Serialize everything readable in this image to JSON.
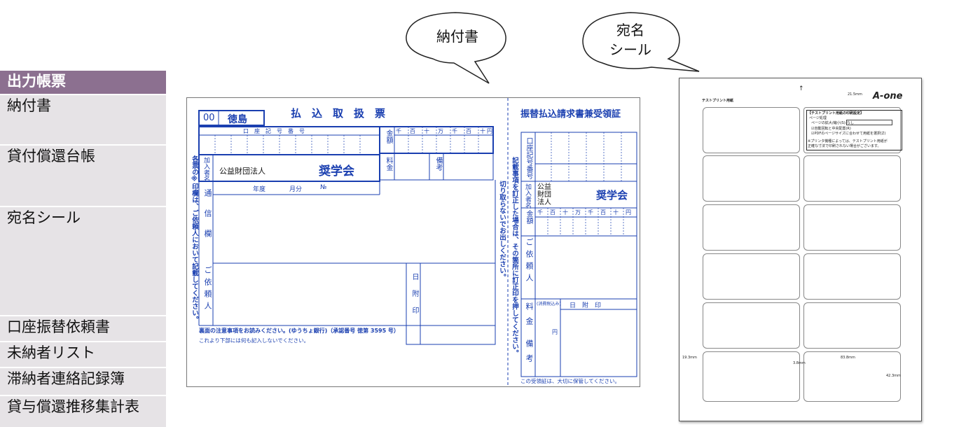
{
  "sidebar": {
    "header": "出力帳票",
    "items": [
      "納付書",
      "貸付償還台帳",
      "宛名シール",
      "口座振替依頼書",
      "未納者リスト",
      "滞納者連絡記録簿",
      "貸与償還推移集計表"
    ]
  },
  "bubbles": {
    "nofusho": "納付書",
    "atena_line1": "宛名",
    "atena_line2": "シール"
  },
  "form": {
    "code": "00",
    "branch": "徳島",
    "title": "払　込　取　扱　票",
    "receipt_title": "振替払込請求書兼受領証",
    "account_header": "口　座　記　号　番　号",
    "kingaku": "金額",
    "digits": [
      "千",
      "百",
      "十",
      "万",
      "千",
      "百",
      "十",
      "円"
    ],
    "receipt_digits": [
      "千",
      "百",
      "十",
      "万",
      "千",
      "百",
      "十",
      "円"
    ],
    "ryokin": "料金",
    "biko": "備考",
    "kanyusha": "加入者名",
    "corp": "公益財団法人",
    "org": "奨学会",
    "receipt_corp": "公益財団法人",
    "year": "年度",
    "month": "月分",
    "no": "№",
    "tsushinran": "通信欄",
    "iraijin": "ご依頼人",
    "hizukein": "日附印",
    "side_note": "各票の※印欄は、ご依頼人において記載してください。",
    "cut_note": "切り取らないでお出しください。",
    "correction_note": "記載事項を訂正した場合は、その箇所に訂正印を押してください。",
    "bottom1": "裏面の注意事項をお読みください。(ゆうちょ銀行)（承認番号 徳第 3595 号）",
    "bottom2": "これより下部には何も記入しないでください。",
    "receipt_account": "口座記号番号",
    "receipt_kanyusha": "加入者名",
    "receipt_iraijin": "ご依頼人",
    "receipt_ryokin": "料金",
    "receipt_biko": "備考",
    "tax_note": "(消費税込み)",
    "yen": "円",
    "receipt_hizukein": "日　附　印",
    "receipt_bottom": "この受領証は、大切に保管してください。"
  },
  "sheet": {
    "test_label": "テストプリント用紙",
    "arrow": "↑",
    "dim_top": "21.5mm",
    "logo": "A-one",
    "settings_title": "【テストプリント用紙の印刷設定】",
    "settings_page": "ページ処理",
    "settings_scale": "ページの拡大/縮小(S):",
    "settings_value": "なし",
    "settings_opt1": "☑自動回転と中央配置(R)",
    "settings_opt2": "☑PDFのページサイズに合わせて用紙を選択(Z)",
    "warning1": "※プリンタ機種によっては、テストプリント用紙が",
    "warning2": "正確な寸法で印刷されない場合がございます。",
    "dim_left": "19.3mm",
    "dim_width": "83.8mm",
    "dim_gap": "3.8mm",
    "dim_height": "42.3mm"
  }
}
